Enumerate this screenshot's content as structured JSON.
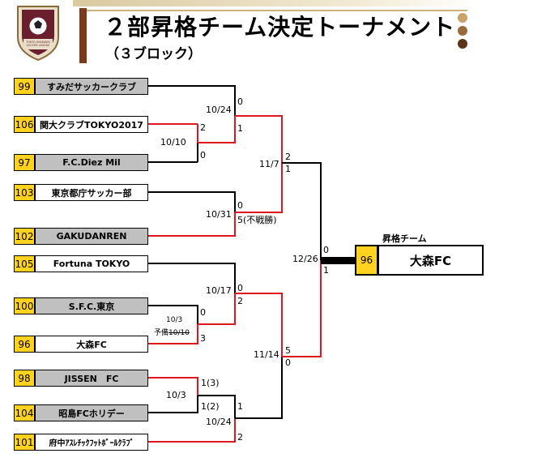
{
  "header": {
    "title": "２部昇格チーム決定トーナメント",
    "subtitle": "（３ブロック）",
    "logo_text": "TOKYO SHAKAIJIN SOCCER LEAGUE",
    "dot_colors": [
      "#c9a36a",
      "#9a6a3a",
      "#5a3318"
    ]
  },
  "teams": [
    {
      "seed": "99",
      "name": "すみだサッカークラブ",
      "style": "gray"
    },
    {
      "seed": "106",
      "name": "関大クラブTOKYO2017",
      "style": "white"
    },
    {
      "seed": "97",
      "name": "F.C.Diez Mil",
      "style": "gray"
    },
    {
      "seed": "103",
      "name": "東京都庁サッカー部",
      "style": "white"
    },
    {
      "seed": "102",
      "name": "GAKUDANREN",
      "style": "gray"
    },
    {
      "seed": "105",
      "name": "Fortuna TOKYO",
      "style": "white"
    },
    {
      "seed": "100",
      "name": "S.F.C.東京",
      "style": "gray"
    },
    {
      "seed": "96",
      "name": "大森FC",
      "style": "white"
    },
    {
      "seed": "98",
      "name": "JISSEN　FC",
      "style": "gray"
    },
    {
      "seed": "104",
      "name": "昭島FCホリデー",
      "style": "gray"
    },
    {
      "seed": "101",
      "name": "府中ｱｽﾚﾁｯｸﾌｯﾄﾎﾞｰﾙｸﾗﾌﾞ",
      "style": "white"
    }
  ],
  "labels": {
    "m1_date": "10/10",
    "m1_score_a": "2",
    "m1_score_b": "0",
    "m2_date": "10/24",
    "m2_score_a": "0",
    "m2_score_b": "1",
    "m3_date": "10/31",
    "m3_score_a": "0",
    "m3_score_b": "5(不戦勝)",
    "m4_date": "11/7",
    "m4_score_a": "2",
    "m4_score_b": "1",
    "m5_date_1": "10/3",
    "m5_date_2_prefix": "予備",
    "m5_date_2_struck": "10/10",
    "m5_score_a": "0",
    "m5_score_b": "3",
    "m6_date": "10/17",
    "m6_score_a": "0",
    "m6_score_b": "2",
    "m7_date": "10/3",
    "m7_score_a": "1(3)",
    "m7_score_b": "1(2)",
    "m8_date": "10/24",
    "m8_score_a": "1",
    "m8_score_b": "2",
    "m9_date": "11/14",
    "m9_score_a": "5",
    "m9_score_b": "0",
    "final_date": "12/26",
    "final_score_a": "0",
    "final_score_b": "1"
  },
  "winner": {
    "caption": "昇格チーム",
    "seed": "96",
    "name": "大森FC"
  },
  "colors": {
    "win_line": "#e0161f",
    "normal_line": "#000000",
    "seed_fill": "#ffd21f",
    "gray_fill": "#c0c0c0"
  }
}
